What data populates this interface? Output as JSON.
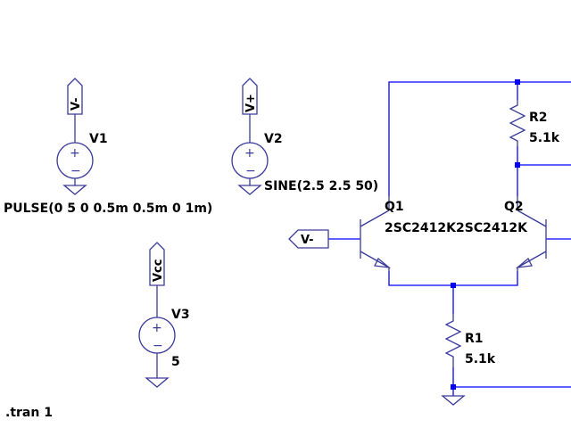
{
  "schematic": {
    "sources": {
      "v1": {
        "name": "V1",
        "value": "PULSE(0 5 0 0.5m 0.5m 0 1m)",
        "net": "V-"
      },
      "v2": {
        "name": "V2",
        "value": "SINE(2.5 2.5 50)",
        "net": "V+"
      },
      "v3": {
        "name": "V3",
        "value": "5",
        "net": "Vcc"
      }
    },
    "transistors": {
      "q1": {
        "name": "Q1",
        "model": "2SC2412K",
        "base_net": "V-"
      },
      "q2": {
        "name": "Q2",
        "model": "2SC2412K"
      }
    },
    "resistors": {
      "r1": {
        "name": "R1",
        "value": "5.1k"
      },
      "r2": {
        "name": "R2",
        "value": "5.1k"
      }
    },
    "directive": ".tran 1",
    "symbols": {
      "plus": "+",
      "minus": "−"
    }
  }
}
